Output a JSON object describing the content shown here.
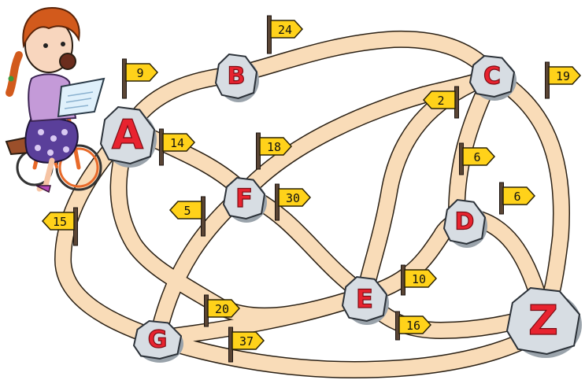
{
  "nodes": [
    {
      "id": "A",
      "label": "A"
    },
    {
      "id": "B",
      "label": "B"
    },
    {
      "id": "C",
      "label": "C"
    },
    {
      "id": "D",
      "label": "D"
    },
    {
      "id": "E",
      "label": "E"
    },
    {
      "id": "F",
      "label": "F"
    },
    {
      "id": "G",
      "label": "G"
    },
    {
      "id": "Z",
      "label": "Z"
    }
  ],
  "flags": [
    {
      "id": "a-b",
      "value": "9"
    },
    {
      "id": "b-c",
      "value": "24"
    },
    {
      "id": "c-right",
      "value": "19"
    },
    {
      "id": "a-f",
      "value": "14"
    },
    {
      "id": "c-e",
      "value": "2"
    },
    {
      "id": "f-c",
      "value": "18"
    },
    {
      "id": "c-d",
      "value": "6"
    },
    {
      "id": "d-z",
      "value": "6"
    },
    {
      "id": "f-g",
      "value": "5"
    },
    {
      "id": "f-e",
      "value": "30"
    },
    {
      "id": "a-g",
      "value": "15"
    },
    {
      "id": "e-d",
      "value": "10"
    },
    {
      "id": "g-e",
      "value": "20"
    },
    {
      "id": "e-z",
      "value": "16"
    },
    {
      "id": "g-z",
      "value": "37"
    }
  ],
  "colors": {
    "road": "#f9dcb8",
    "road_edge": "#2a2014",
    "rock": "#d7dde3",
    "rock_shadow": "#9aa3ab",
    "rock_letter": "#e8232f",
    "flag": "#ffd21a",
    "pole": "#5a4535",
    "hair": "#d25a1c",
    "shirt": "#c49ad8",
    "skirt": "#5a3f9a",
    "bicycle": "#e86a2a"
  }
}
